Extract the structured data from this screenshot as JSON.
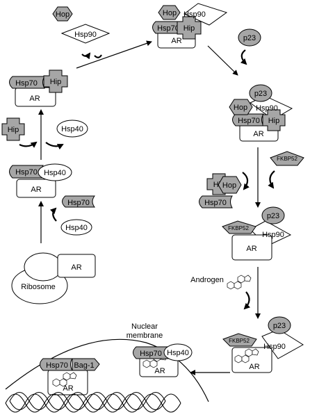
{
  "colors": {
    "chaperone_fill": "#a6a6a6",
    "stroke": "#000000",
    "background": "#ffffff"
  },
  "labels": {
    "hop": "Hop",
    "hsp90": "Hsp90",
    "hsp70": "Hsp70",
    "hip": "Hip",
    "ar": "AR",
    "p23": "p23",
    "hsp40": "Hsp40",
    "fkbp52": "FKBP52",
    "bag1": "Bag-1",
    "ribosome": "Ribosome",
    "androgen": "Androgen",
    "nuclear_membrane_line1": "Nuclear",
    "nuclear_membrane_line2": "membrane"
  }
}
